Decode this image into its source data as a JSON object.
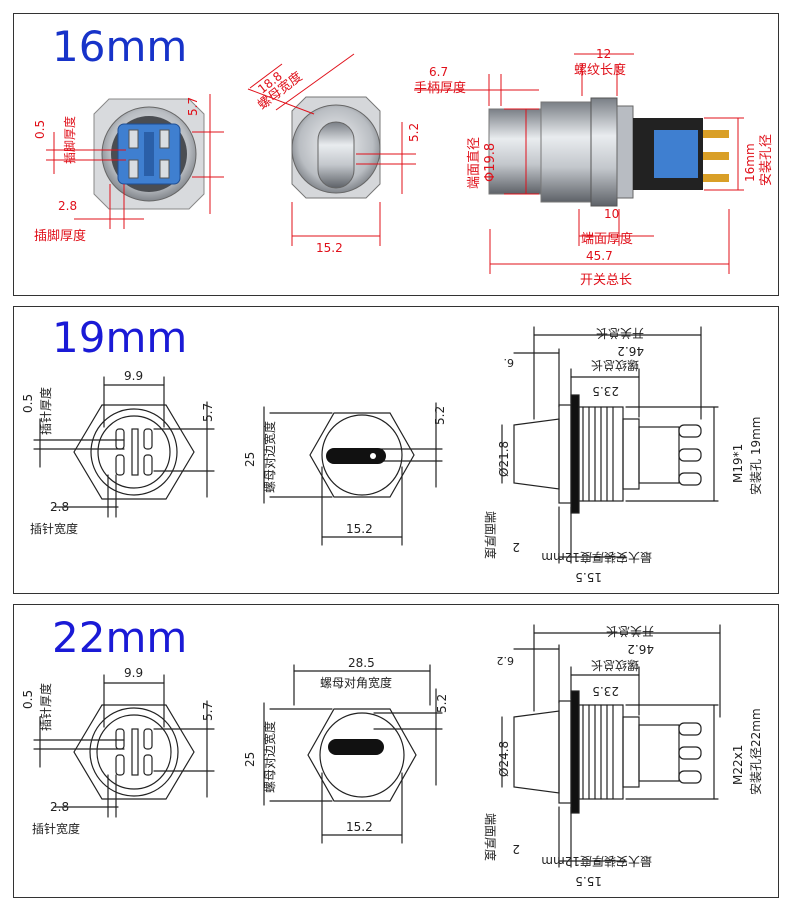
{
  "colors": {
    "red": "#e0101a",
    "blue": "#1733c9",
    "dark": "#222222"
  },
  "p16": {
    "title": "16mm",
    "pin_thick_val": "0.5",
    "pin_thick_lbl": "插脚厚度",
    "pin_w_val": "2.8",
    "pin_w_lbl": "插脚厚度",
    "pin_gap": "5.7",
    "nut_w_val": "18.8",
    "nut_w_lbl": "螺母宽度",
    "front_52": "5.2",
    "front_152": "15.2",
    "handle_val": "6.7",
    "handle_lbl": "手柄厚度",
    "thread_val": "12",
    "thread_lbl": "螺纹长度",
    "face_dia_lbl": "端面直径",
    "face_dia_val": "Φ19.8",
    "hole_val": "16mm",
    "hole_lbl": "安装孔径",
    "face_thk_val": "10",
    "face_thk_lbl": "端面厚度",
    "total_val": "45.7",
    "total_lbl": "开关总长"
  },
  "p19": {
    "title": "19mm",
    "pin_thick_val": "0.5",
    "pin_thick_lbl": "插针厚度",
    "pin_w_val": "2.8",
    "pin_w_lbl": "插针宽度",
    "pin_span": "9.9",
    "pin_gap": "5.7",
    "nut_val": "25",
    "nut_lbl": "螺母对边宽度",
    "front_52": "5.2",
    "front_152": "15.2",
    "total_lbl": "开关总长",
    "total_val": "46.2",
    "small_val": "6.",
    "nut_max_lbl": "螺纹总长",
    "nut_max_val": "23.5",
    "dia": "Ø21.8",
    "thread": "M19*1",
    "hole_lbl": "安装孔 19mm",
    "face_thk_lbl": "端面厚度",
    "face_thk_val": "2",
    "max_lbl": "最大安装厚度12mm",
    "max_val": "15.5"
  },
  "p22": {
    "title": "22mm",
    "pin_thick_val": "0.5",
    "pin_thick_lbl": "插针厚度",
    "pin_w_val": "2.8",
    "pin_w_lbl": "插针宽度",
    "pin_span": "9.9",
    "pin_gap": "5.7",
    "nut_val": "25",
    "nut_lbl": "螺母对边宽度",
    "diag_val": "28.5",
    "diag_lbl": "螺母对角宽度",
    "front_52": "5.2",
    "front_152": "15.2",
    "total_lbl": "开关总长",
    "total_val": "46.2",
    "small_val": "6.2",
    "nut_max_lbl": "螺纹总长",
    "nut_max_val": "23.5",
    "dia": "Ø24.8",
    "thread": "M22x1",
    "hole_lbl": "安装孔径22mm",
    "face_thk_lbl": "端面厚度",
    "face_thk_val": "2",
    "max_lbl": "最大安装厚度12mm",
    "max_val": "15.5"
  }
}
